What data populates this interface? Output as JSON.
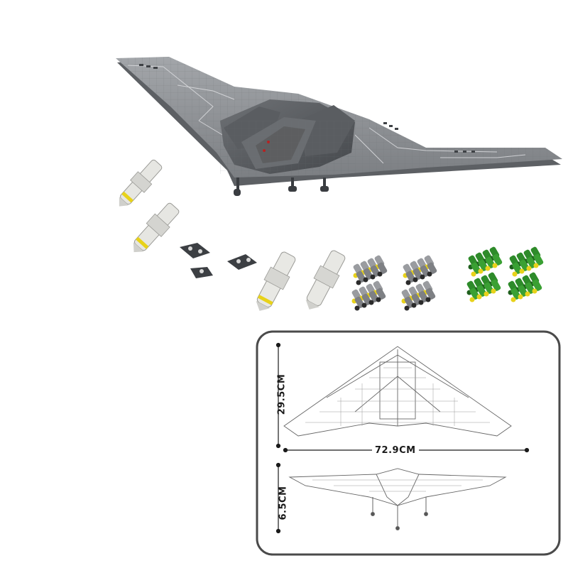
{
  "product": {
    "subject": "stealth bomber brick model with weapon accessories"
  },
  "dimensions": {
    "width": "72.9CM",
    "depth": "29.5CM",
    "height": "6.5CM"
  },
  "colors": {
    "model_gray": "#8a8d91",
    "dark_gray": "#4f5256",
    "light_gray": "#c9cbce",
    "missile_white": "#e8e8e4",
    "accent_yellow": "#e8d21a",
    "bomb_green": "#2e8b2a",
    "panel_border": "#4a4a4a"
  }
}
